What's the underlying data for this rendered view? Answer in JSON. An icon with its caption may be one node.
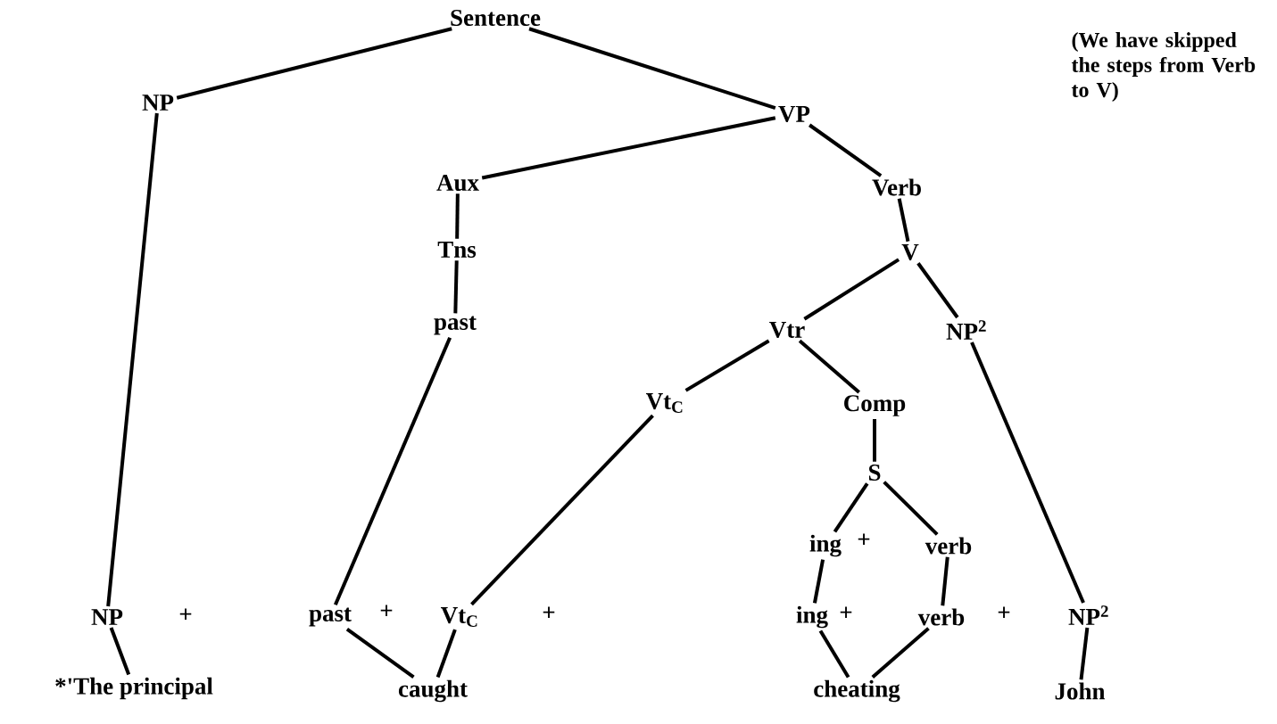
{
  "diagram": {
    "nodes": [
      {
        "text": [
          "Sentence"
        ]
      },
      {
        "text": [
          "NP"
        ]
      },
      {
        "text": [
          "VP"
        ]
      },
      {
        "text": [
          "Aux"
        ]
      },
      {
        "text": [
          "Verb"
        ]
      },
      {
        "text": [
          "Tns"
        ]
      },
      {
        "text": [
          "V"
        ]
      },
      {
        "text": [
          "past"
        ]
      },
      {
        "text": [
          "Vtr"
        ]
      },
      {
        "text": [
          "NP$^{2}$"
        ]
      },
      {
        "text": [
          "Vt$_{C}$"
        ]
      },
      {
        "text": [
          "Comp"
        ]
      },
      {
        "text": [
          "S"
        ]
      },
      {
        "text": [
          "ing"
        ]
      },
      {
        "text": [
          "verb"
        ]
      },
      {
        "text": [
          "NP"
        ]
      },
      {
        "text": [
          "past"
        ]
      },
      {
        "text": [
          "Vt$_{C}$"
        ]
      },
      {
        "text": [
          "ing"
        ]
      },
      {
        "text": [
          "verb"
        ]
      },
      {
        "text": [
          "NP$^{2}$"
        ]
      },
      {
        "text": [
          "*'The principal"
        ]
      },
      {
        "text": [
          "caught"
        ]
      },
      {
        "text": [
          "cheating"
        ]
      },
      {
        "text": [
          "John"
        ]
      }
    ],
    "edges": [
      {
        "from": 0,
        "to": 1,
        "arrow": "none"
      },
      {
        "from": 0,
        "to": 2,
        "arrow": "none"
      },
      {
        "from": 2,
        "to": 3,
        "arrow": "none"
      },
      {
        "from": 2,
        "to": 4,
        "arrow": "none"
      },
      {
        "from": 3,
        "to": 5,
        "arrow": "none"
      },
      {
        "from": 4,
        "to": 6,
        "arrow": "none"
      },
      {
        "from": 5,
        "to": 7,
        "arrow": "none"
      },
      {
        "from": 6,
        "to": 8,
        "arrow": "none"
      },
      {
        "from": 6,
        "to": 9,
        "arrow": "none"
      },
      {
        "from": 8,
        "to": 10,
        "arrow": "none"
      },
      {
        "from": 8,
        "to": 11,
        "arrow": "none"
      },
      {
        "from": 11,
        "to": 12,
        "arrow": "none"
      },
      {
        "from": 12,
        "to": 13,
        "arrow": "none"
      },
      {
        "from": 12,
        "to": 14,
        "arrow": "none"
      },
      {
        "from": 1,
        "to": 15,
        "arrow": "none"
      },
      {
        "from": 7,
        "to": 16,
        "arrow": "none"
      },
      {
        "from": 10,
        "to": 17,
        "arrow": "none"
      },
      {
        "from": 13,
        "to": 18,
        "arrow": "none"
      },
      {
        "from": 14,
        "to": 19,
        "arrow": "none"
      },
      {
        "from": 9,
        "to": 20,
        "arrow": "none"
      },
      {
        "from": 15,
        "to": 21,
        "arrow": "none"
      },
      {
        "from": 16,
        "to": 22,
        "arrow": "none"
      },
      {
        "from": 17,
        "to": 22,
        "arrow": "none"
      },
      {
        "from": 18,
        "to": 23,
        "arrow": "none"
      },
      {
        "from": 19,
        "to": 23,
        "arrow": "none"
      },
      {
        "from": 20,
        "to": 24,
        "arrow": "none"
      }
    ],
    "labels": [
      "(We have skipped the steps from Verb to V)",
      "+",
      "+",
      "+",
      "+",
      "+",
      "+"
    ]
  }
}
